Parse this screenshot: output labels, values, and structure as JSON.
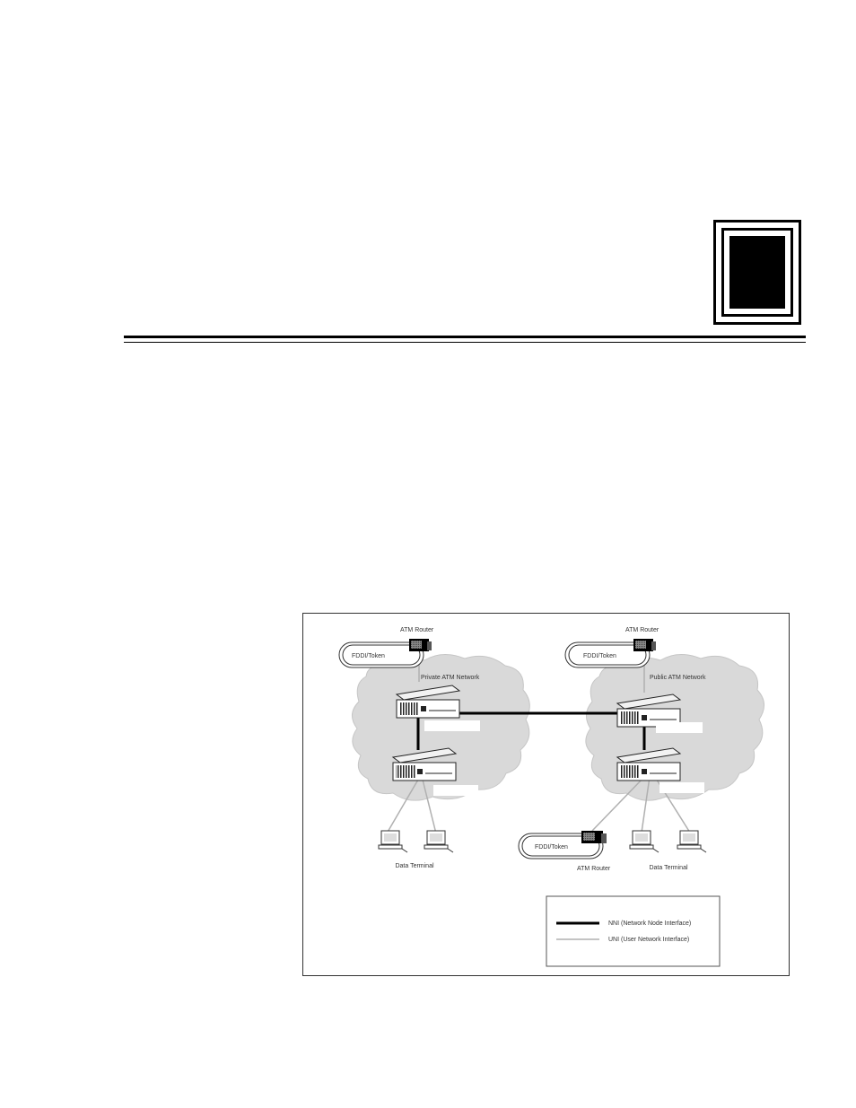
{
  "diagram": {
    "routers": {
      "top_left_label": "ATM Router",
      "top_right_label": "ATM Router",
      "bottom_label": "ATM Router"
    },
    "lans": {
      "top_left": "FDDI/Token",
      "top_right": "FDDI/Token",
      "bottom": "FDDI/Token"
    },
    "networks": {
      "private": "Private ATM Network",
      "public": "Public ATM Network"
    },
    "terminals": {
      "left": "Data Terminal",
      "right": "Data Terminal"
    },
    "legend": {
      "nni": "NNI (Network Node Interface)",
      "uni": "UNI (User Network Interface)",
      "nni_color": "#000000",
      "uni_color": "#b0b0b0"
    }
  }
}
